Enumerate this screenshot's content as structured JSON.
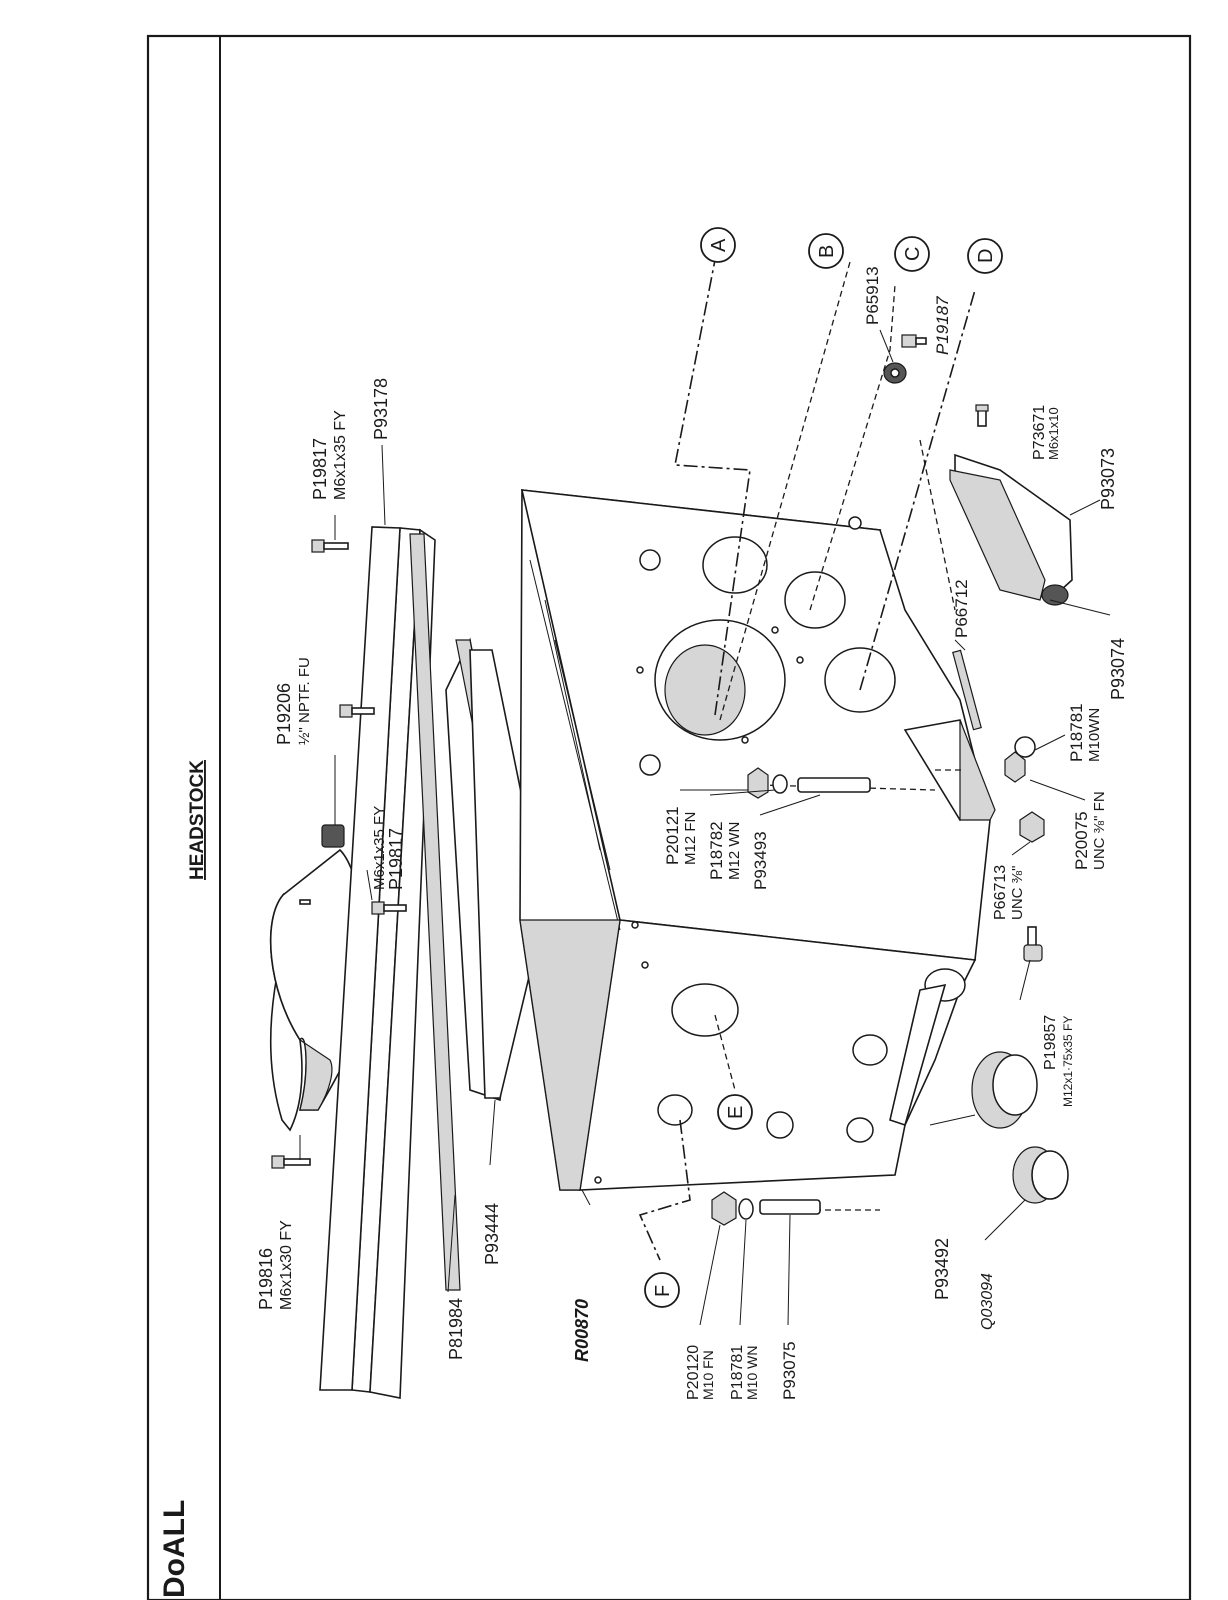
{
  "page": {
    "title": "HEADSTOCK",
    "brand": "DoALL"
  },
  "callouts": {
    "A": "A",
    "B": "B",
    "C": "C",
    "D": "D",
    "E": "E",
    "F": "F"
  },
  "parts": {
    "p19817_top": "P19817",
    "p19817_top_spec": "M6x1x35 FY",
    "p93178": "P93178",
    "p19206": "P19206",
    "p19206_spec": "½\" NPTF. FU",
    "p19817_mid_spec": "M6x1x35 FY",
    "p19817_mid": "P19817",
    "p65913": "P65913",
    "p19187": "P19187",
    "p73671": "P73671",
    "p73671_spec": "M6x1x10",
    "p93073": "P93073",
    "p66712": "P66712",
    "p18781_right": "P18781",
    "p18781_right_spec": "M10WN",
    "p93074": "P93074",
    "p20075": "P20075",
    "p20075_spec": "UNC ⅜\" FN",
    "p20121": "P20121",
    "p20121_spec": "M12 FN",
    "p18782": "P18782",
    "p18782_spec": "M12 WN",
    "p93493": "P93493",
    "p66713": "P66713",
    "p66713_spec": "UNC ⅜\"",
    "p19857": "P19857",
    "p19857_spec": "M12x1·75x35 FY",
    "p19816": "P19816",
    "p19816_spec": "M6x1x30 FY",
    "p81984": "P81984",
    "p93444": "P93444",
    "r00870": "R00870",
    "p20120": "P20120",
    "p20120_spec": "M10 FN",
    "p18781_left": "P18781",
    "p18781_left_spec": "M10 WN",
    "p93075": "P93075",
    "p93492": "P93492",
    "q03094": "Q03094"
  }
}
